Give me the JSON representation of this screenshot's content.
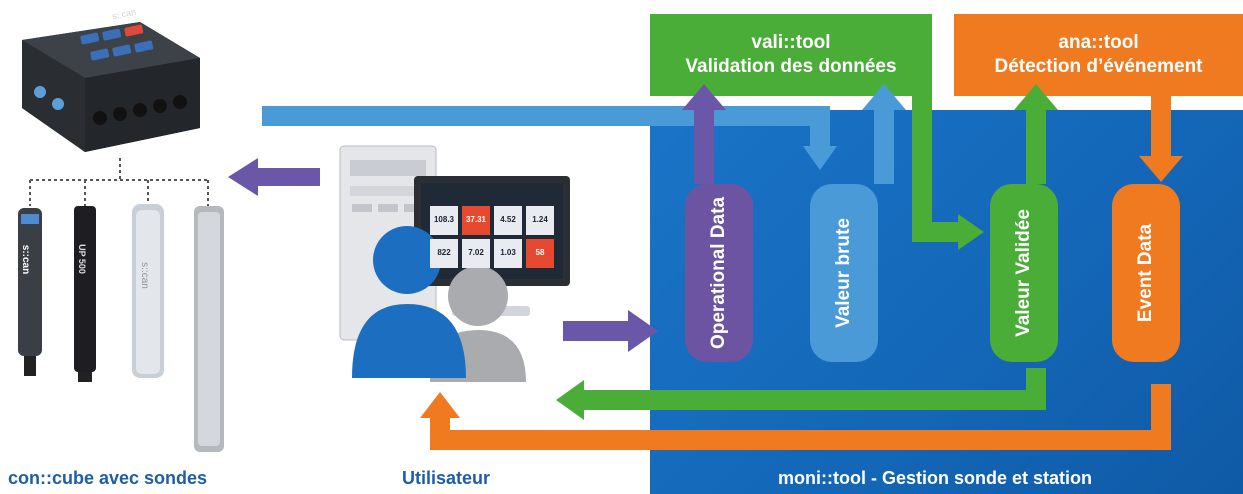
{
  "tools": {
    "vali": {
      "name": "vali::tool",
      "subtitle": "Validation des données"
    },
    "ana": {
      "name": "ana::tool",
      "subtitle": "Détection d’événement"
    }
  },
  "data_pills": {
    "operational": "Operational Data",
    "raw": "Valeur brute",
    "validated": "Valeur Validée",
    "event": "Event Data"
  },
  "captions": {
    "hardware": "con::cube avec sondes",
    "user": "Utilisateur",
    "moni": "moni::tool - Gestion sonde et station"
  },
  "screen": {
    "tiles": [
      "108.3",
      "37.31",
      "4.52",
      "1.24",
      "822",
      "7.02",
      "1.03",
      "58"
    ]
  },
  "device": {
    "brand": "s::can"
  },
  "probes": [
    "s::can",
    "UP 500",
    "s::can",
    ""
  ],
  "colors": {
    "moni_blue": "#1467b8",
    "vali_green": "#4aad37",
    "ana_orange": "#f07a20",
    "operational_purple": "#6d54a3",
    "raw_blue": "#4a9ad8",
    "caption_blue": "#1d5ea8",
    "arrow_purple": "#6a57a8"
  }
}
